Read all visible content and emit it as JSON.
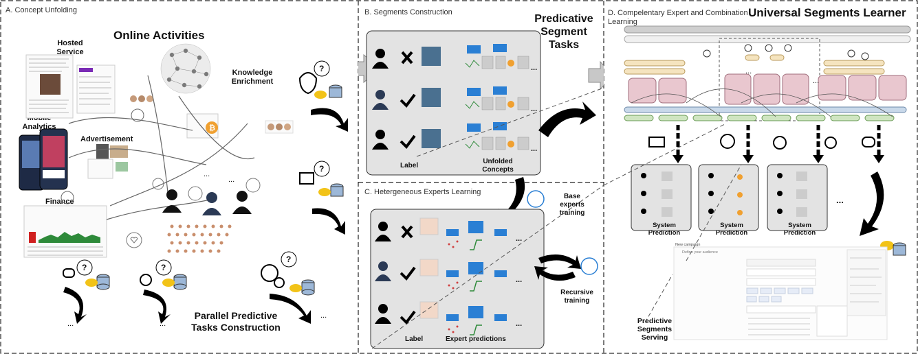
{
  "panels": {
    "a_title": "A. Concept Unfolding",
    "b_title": "B. Segments Construction",
    "c_title": "C. Hetergeneous Experts Learning",
    "d_title_line1": "D. Compelentary Expert and Combination",
    "d_title_line2": "Learning"
  },
  "panel_a": {
    "online_activities": "Online Activities",
    "hosted_service": "Hosted Service",
    "knowledge_enrichment": "Knowledge Enrichment",
    "mobile_analytics": "Mobile Analytics",
    "advertisement": "Advertisement",
    "finance": "Finance",
    "parallel_line1": "Parallel Predictive",
    "parallel_line2": "Tasks Construction",
    "ellipsis": "...",
    "question": "?"
  },
  "panel_b": {
    "predicative_line1": "Predicative",
    "predicative_line2": "Segment",
    "predicative_line3": "Tasks",
    "label": "Label",
    "unfolded_line1": "Unfolded",
    "unfolded_line2": "Concepts",
    "ellipsis": "..."
  },
  "panel_c": {
    "base_line1": "Base",
    "base_line2": "experts",
    "base_line3": "training",
    "recursive_line1": "Recursive",
    "recursive_line2": "training",
    "label": "Label",
    "expert_predictions": "Expert predictions"
  },
  "panel_d": {
    "universal_title": "Universal  Segments Learner",
    "system_prediction": "System Prediction",
    "predictive_line1": "Predictive",
    "predictive_line2": "Segments",
    "predictive_line3": "Serving",
    "new_campaign": "New campaign",
    "define_audience": "Define your audience",
    "ellipsis": "..."
  },
  "colors": {
    "panel_grey": "#e3e3e3",
    "pink": "#e9c7cf",
    "cream": "#f5e4bf",
    "light_blue": "#c9d9ea",
    "green": "#cfe5c1",
    "bitcoin": "#f0a030",
    "expert_blue": "#2a7fd4"
  }
}
